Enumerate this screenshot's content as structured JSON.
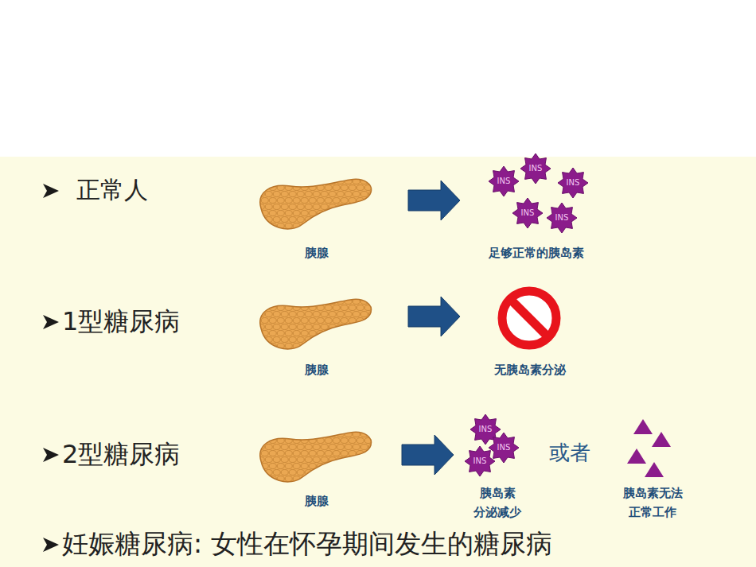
{
  "diagram": {
    "nodes": [
      {
        "text": [
          "胰腺"
        ]
      },
      {
        "text": [
          "足够正常的胰岛素"
        ]
      },
      {
        "text": [
          "INS"
        ],
        "in": 1
      },
      {
        "text": [
          "INS"
        ],
        "in": 1
      },
      {
        "text": [
          "INS"
        ],
        "in": 1
      },
      {
        "text": [
          "INS"
        ],
        "in": 1
      },
      {
        "text": [
          "INS"
        ],
        "in": 1
      },
      {
        "text": [
          "胰腺"
        ]
      },
      {
        "text": [
          "无胰岛素分泌"
        ]
      },
      {
        "text": [
          "胰腺"
        ]
      },
      {
        "text": [
          "胰岛素 分泌减少"
        ]
      },
      {
        "text": [
          "INS"
        ],
        "in": 10
      },
      {
        "text": [
          "INS"
        ],
        "in": 10
      },
      {
        "text": [
          "INS"
        ],
        "in": 10
      },
      {
        "text": [
          "胰岛素无法 正常工作"
        ]
      }
    ],
    "edges": [
      {
        "from": 0,
        "to": 1,
        "arrow": "to"
      },
      {
        "from": 7,
        "to": 8,
        "arrow": "to"
      },
      {
        "from": 9,
        "to": 10,
        "arrow": "to"
      }
    ],
    "labels": [
      "正常人",
      "1型糖尿病",
      "2型糖尿病",
      "或者",
      "妊娠糖尿病: 女性在怀孕期间发生的糖尿病"
    ]
  }
}
